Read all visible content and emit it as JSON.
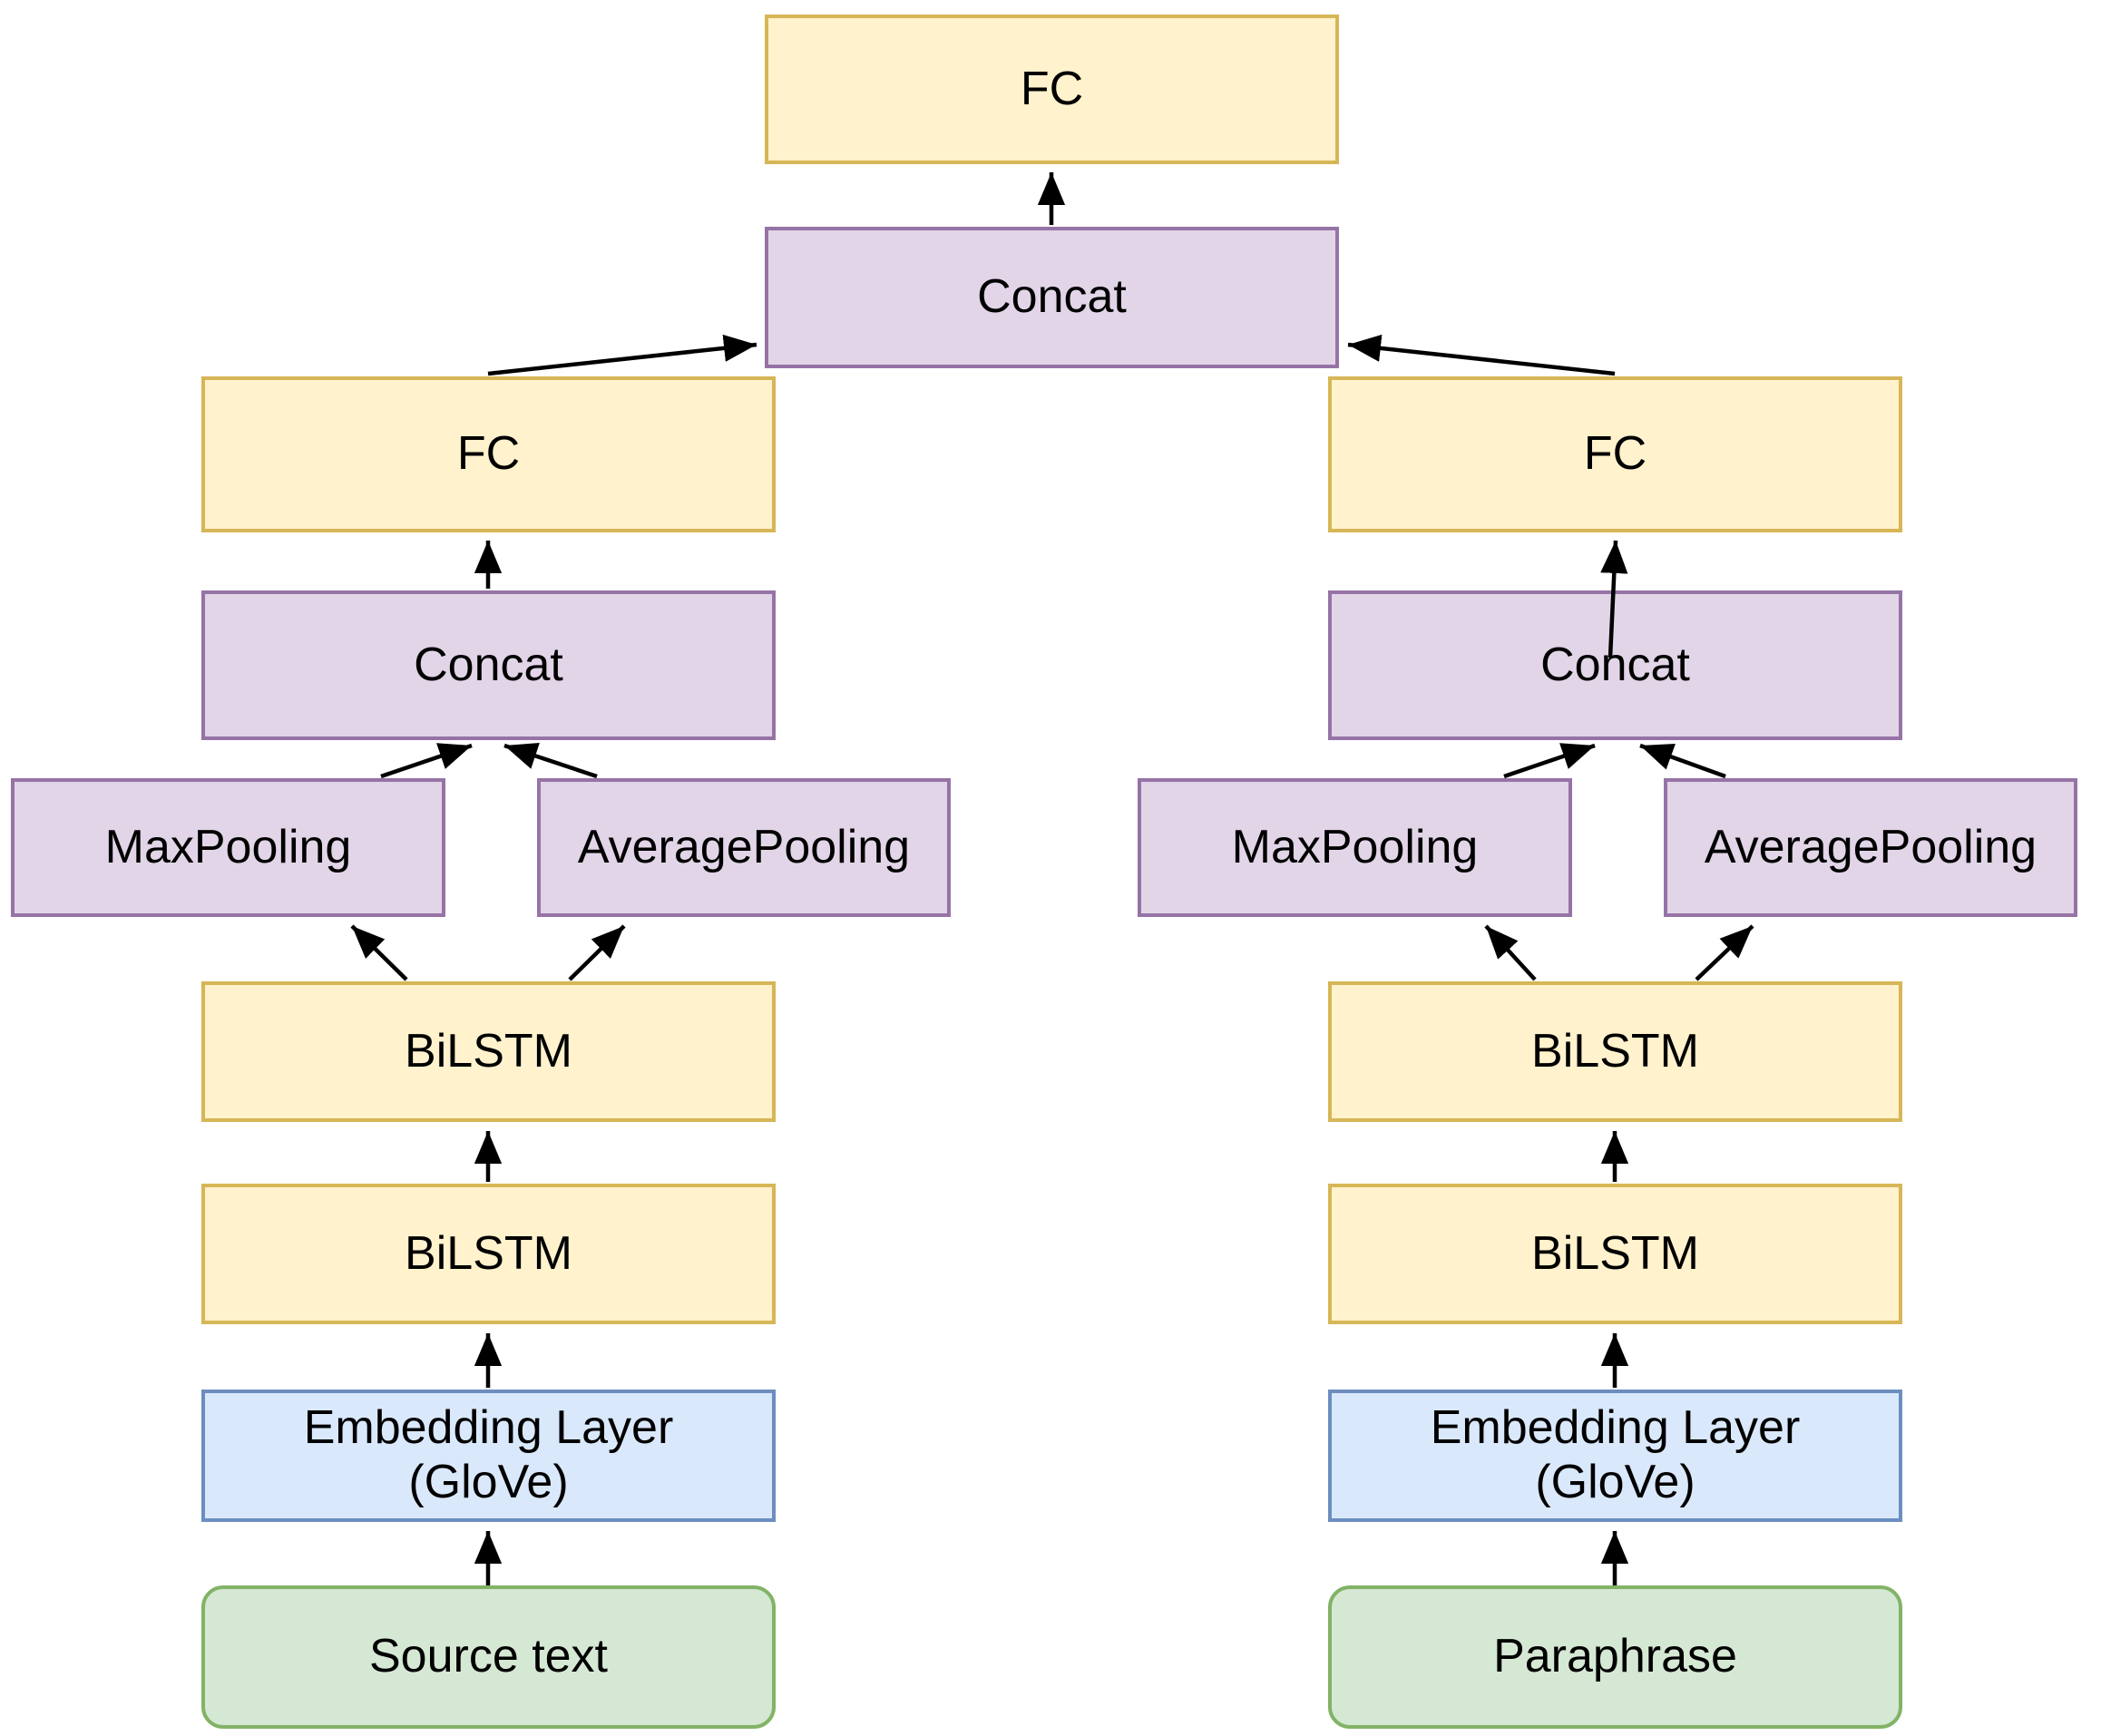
{
  "diagram_title": "Siamese BiLSTM paraphrase-detection network architecture",
  "background": "#ffffff",
  "colors": {
    "yellow_fill": "#FFF2CC",
    "yellow_border": "#D6B656",
    "purple_fill": "#E1D5E7",
    "purple_border": "#9673A6",
    "blue_fill": "#DAE8FC",
    "blue_border": "#6C8EBF",
    "green_fill": "#D5E8D4",
    "green_border": "#82B366",
    "arrow": "#000000",
    "background": "#ffffff"
  },
  "nodes": {
    "output_fc": "FC",
    "output_concat": "Concat",
    "left": {
      "fc": "FC",
      "concat": "Concat",
      "maxpooling": "MaxPooling",
      "averagepooling": "AveragePooling",
      "bilstm_upper": "BiLSTM",
      "bilstm_lower": "BiLSTM",
      "embedding_line1": "Embedding Layer",
      "embedding_line2": "(GloVe)",
      "input": "Source text"
    },
    "right": {
      "fc": "FC",
      "concat": "Concat",
      "maxpooling": "MaxPooling",
      "averagepooling": "AveragePooling",
      "bilstm_upper": "BiLSTM",
      "bilstm_lower": "BiLSTM",
      "embedding_line1": "Embedding Layer",
      "embedding_line2": "(GloVe)",
      "input": "Paraphrase"
    }
  },
  "edges": [
    "source-text to embedding-left",
    "embedding-left to bilstm-lower-left",
    "bilstm-lower-left to bilstm-upper-left",
    "bilstm-upper-left to maxpooling-left",
    "bilstm-upper-left to averagepooling-left",
    "maxpooling-left to concat-left",
    "averagepooling-left to concat-left",
    "concat-left to fc-left",
    "fc-left to concat-output",
    "paraphrase to embedding-right",
    "embedding-right to bilstm-lower-right",
    "bilstm-lower-right to bilstm-upper-right",
    "bilstm-upper-right to maxpooling-right",
    "bilstm-upper-right to averagepooling-right",
    "maxpooling-right to concat-right",
    "averagepooling-right to concat-right",
    "concat-right to fc-right",
    "fc-right to concat-output",
    "concat-output to fc-output"
  ]
}
